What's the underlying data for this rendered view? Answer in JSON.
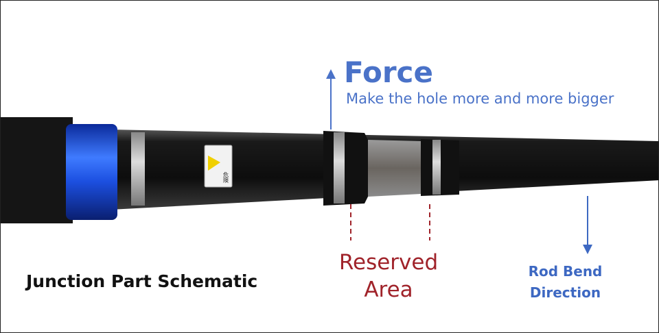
{
  "annotations": {
    "force_title": "Force",
    "force_subtitle": "Make the hole more and more bigger",
    "reserved_line1": "Reserved",
    "reserved_line2": "Area",
    "bend_line1": "Rod Bend",
    "bend_line2": "Direction",
    "caption": "Junction Part Schematic"
  },
  "label_sticker": {
    "warning_text": "危険"
  },
  "colors": {
    "force_blue": "#4a72c8",
    "reserved_red": "#a0232a",
    "ring_blue": "#1f4fd8"
  }
}
